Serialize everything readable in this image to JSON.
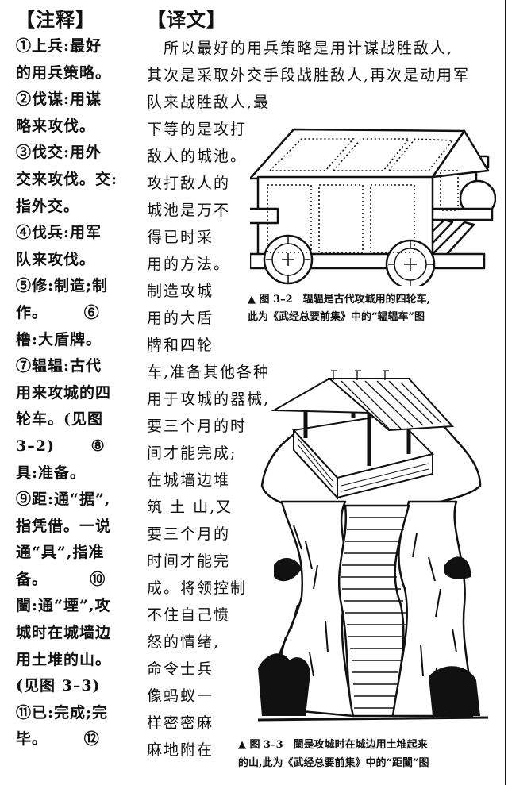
{
  "notes": {
    "heading": "【注释】",
    "lines": [
      "①上兵:最好",
      "的用兵策略。",
      "②伐谋:用谋",
      "略来攻伐。",
      "③伐交:用外",
      "交来攻伐。交:",
      "指外交。",
      "④伐兵:用军",
      "队来攻伐。",
      "⑤修:制造;制",
      "作。      ⑥",
      "橹:大盾牌。",
      "⑦辒辒:古代",
      "用来攻城的四",
      "轮车。(见图",
      "3–2)      ⑧",
      "具:准备。",
      "⑨距:通“据”,",
      "指凭借。一说",
      "通“具”,指准",
      "备。       ⑩",
      "闉:通“堙”,攻",
      "城时在城墙边",
      "用土堆的山。",
      "(见图 3–3)",
      "⑪已:完成;完",
      "毕。      ⑫"
    ]
  },
  "translation": {
    "heading": "【译文】",
    "lines": [
      "　所以最好的用兵策略是用计谋战胜敌人,",
      "其次是采取外交手段战胜敌人,再次是动用军",
      "队来战胜敌人,最",
      "下等的是攻打",
      "敌人的城池。",
      "攻打敌人的",
      "城池是万不",
      "得已时采",
      "用的方法。",
      "制造攻城",
      "用的大盾",
      "牌和四轮",
      "车,准备其他各种",
      "用于攻城的器械,",
      "要三个月的时",
      "间才能完成;",
      "在城墙边堆",
      "筑 土 山,又",
      "要三个月的",
      "时间才能完",
      "成。将领控制",
      "不住自己愤",
      "怒的情绪,",
      "命令士兵",
      "像蚂蚁一",
      "样密密麻",
      "麻地附在"
    ]
  },
  "figures": [
    {
      "id": "fig-3-2",
      "subject": "four-wheeled siege cart illustration",
      "caption_line1": "▲ 图 3–2　辒辒是古代攻城用的四轮车,",
      "caption_line2": "此为《武经总要前集》中的“辒辒车”图"
    },
    {
      "id": "fig-3-3",
      "subject": "earthen siege mound with pavilion and stairs illustration",
      "caption_line1": "▲ 图 3–3　闉是攻城时在城边用土堆起来",
      "caption_line2": "的山,此为《武经总要前集》中的“距闉”图"
    }
  ]
}
